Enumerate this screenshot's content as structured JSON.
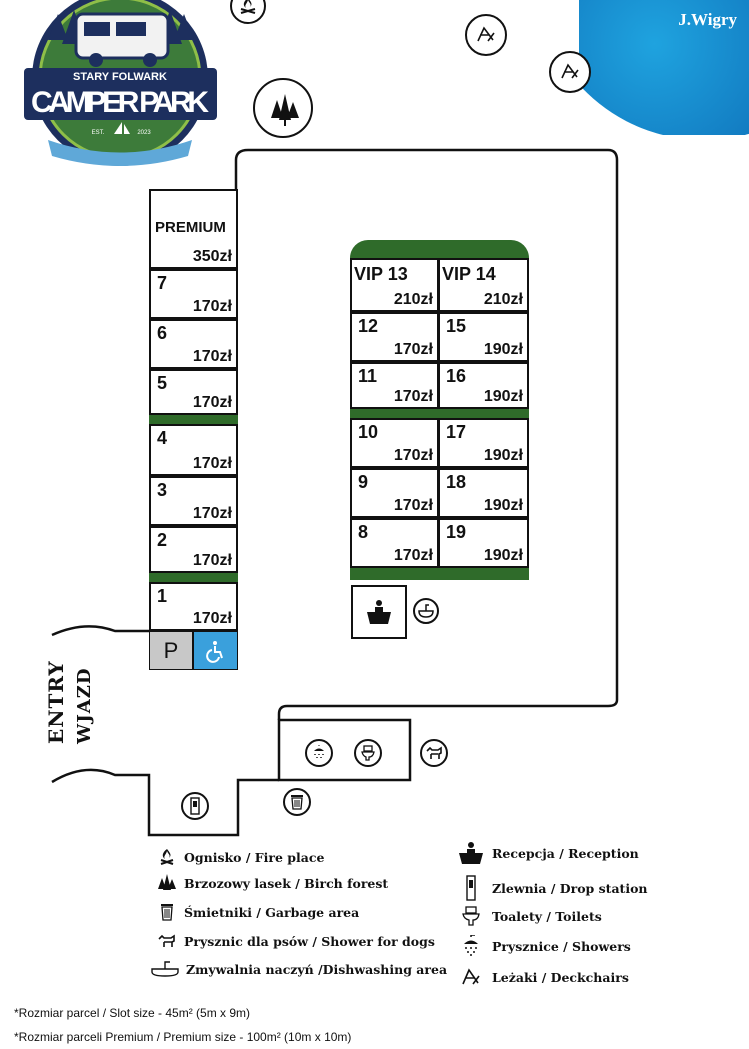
{
  "brand": {
    "corner": "J.Wigry",
    "top": "STARY FOLWARK",
    "main": "CAMPER PARK",
    "est": "EST.",
    "year": "2023"
  },
  "colors": {
    "forest": "#2f6b2a",
    "corner_blue": "#0e6fb8",
    "disabled_blue": "#3aa0dc",
    "parking_grey": "#c8c8c8",
    "logo_navy": "#1d2f5e"
  },
  "left_column": {
    "premium": {
      "label": "PREMIUM",
      "price": "350zł"
    },
    "slots": [
      {
        "num": "7",
        "price": "170zł"
      },
      {
        "num": "6",
        "price": "170zł"
      },
      {
        "num": "5",
        "price": "170zł"
      },
      {
        "num": "4",
        "price": "170zł"
      },
      {
        "num": "3",
        "price": "170zł"
      },
      {
        "num": "2",
        "price": "170zł"
      },
      {
        "num": "1",
        "price": "170zł"
      }
    ],
    "parking": "P"
  },
  "center_block": {
    "vip": [
      {
        "num": "VIP 13",
        "price": "210zł"
      },
      {
        "num": "VIP 14",
        "price": "210zł"
      }
    ],
    "left": [
      {
        "num": "12",
        "price": "170zł"
      },
      {
        "num": "11",
        "price": "170zł"
      },
      {
        "num": "10",
        "price": "170zł"
      },
      {
        "num": "9",
        "price": "170zł"
      },
      {
        "num": "8",
        "price": "170zł"
      }
    ],
    "right": [
      {
        "num": "15",
        "price": "190zł"
      },
      {
        "num": "16",
        "price": "190zł"
      },
      {
        "num": "17",
        "price": "190zł"
      },
      {
        "num": "18",
        "price": "190zł"
      },
      {
        "num": "19",
        "price": "190zł"
      }
    ]
  },
  "entry": {
    "line1": "ENTRY",
    "line2": "WJAZD"
  },
  "legend_left": [
    {
      "icon": "fire-icon",
      "text": "Ognisko / Fire place"
    },
    {
      "icon": "trees-icon",
      "text": "Brzozowy lasek / Birch forest"
    },
    {
      "icon": "trash-icon",
      "text": "Śmietniki / Garbage area"
    },
    {
      "icon": "dog-icon",
      "text": "Prysznic dla psów / Shower for dogs"
    },
    {
      "icon": "sink-icon",
      "text": "Zmywalnia naczyń /Dishwashing area"
    }
  ],
  "legend_right": [
    {
      "icon": "reception-icon",
      "text": "Recepcja / Reception"
    },
    {
      "icon": "drop-station-icon",
      "text": "Zlewnia / Drop station"
    },
    {
      "icon": "toilet-icon",
      "text": "Toalety / Toilets"
    },
    {
      "icon": "shower-icon",
      "text": "Prysznice / Showers"
    },
    {
      "icon": "deckchair-icon",
      "text": "Leżaki / Deckchairs"
    }
  ],
  "footnotes": [
    "*Rozmiar parcel / Slot size - 45m² (5m x 9m)",
    "*Rozmiar parceli Premium / Premium size - 100m² (10m x 10m)"
  ]
}
